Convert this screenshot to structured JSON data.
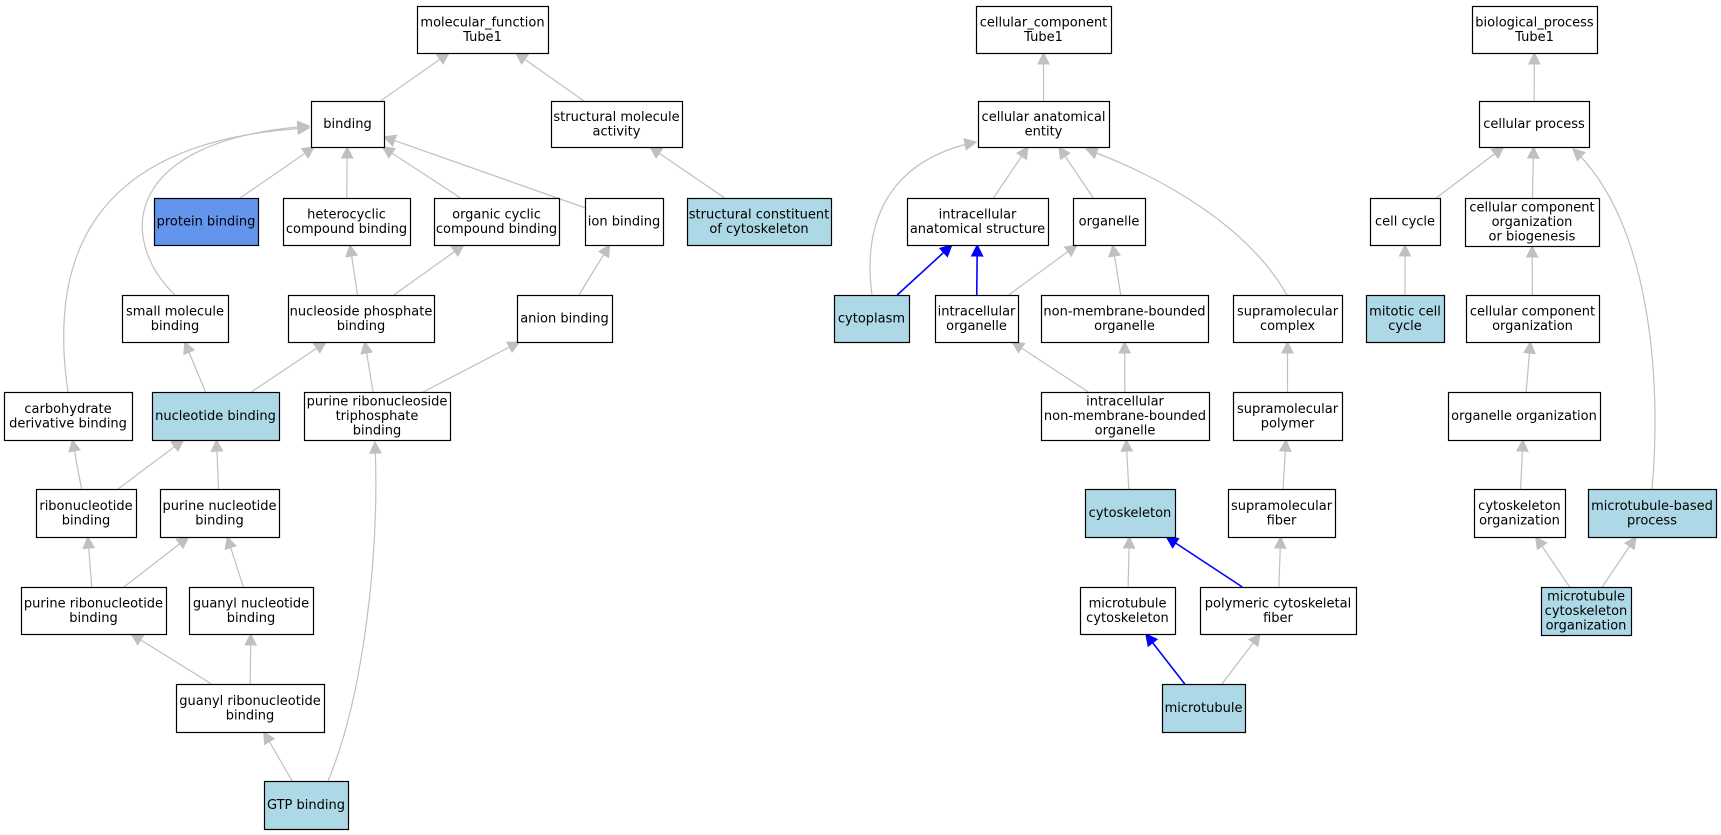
{
  "colors": {
    "node_fill": "#ffffff",
    "node_highlight": "#add8e6",
    "node_primary": "#6495ed",
    "edge_gray": "#c0c0c0",
    "edge_blue": "#0000ff",
    "border": "#000000"
  },
  "nodes": [
    {
      "id": "mf",
      "lines": [
        "molecular_function",
        "Tube1"
      ],
      "style": "plain"
    },
    {
      "id": "binding",
      "lines": [
        "binding"
      ],
      "style": "plain"
    },
    {
      "id": "structural_activity",
      "lines": [
        "structural molecule",
        "activity"
      ],
      "style": "plain"
    },
    {
      "id": "protein_binding",
      "lines": [
        "protein binding"
      ],
      "style": "primary"
    },
    {
      "id": "heterocyclic",
      "lines": [
        "heterocyclic",
        "compound binding"
      ],
      "style": "plain"
    },
    {
      "id": "organic_cyclic",
      "lines": [
        "organic cyclic",
        "compound binding"
      ],
      "style": "plain"
    },
    {
      "id": "ion_binding",
      "lines": [
        "ion binding"
      ],
      "style": "plain"
    },
    {
      "id": "struct_cyto",
      "lines": [
        "structural constituent",
        "of cytoskeleton"
      ],
      "style": "highlight"
    },
    {
      "id": "small_molecule",
      "lines": [
        "small molecule",
        "binding"
      ],
      "style": "plain"
    },
    {
      "id": "nucleoside_phosphate",
      "lines": [
        "nucleoside phosphate",
        "binding"
      ],
      "style": "plain"
    },
    {
      "id": "anion_binding",
      "lines": [
        "anion binding"
      ],
      "style": "plain"
    },
    {
      "id": "carbohydrate",
      "lines": [
        "carbohydrate",
        "derivative binding"
      ],
      "style": "plain"
    },
    {
      "id": "nucleotide_binding",
      "lines": [
        "nucleotide binding"
      ],
      "style": "highlight"
    },
    {
      "id": "purine_rnstp",
      "lines": [
        "purine ribonucleoside",
        "triphosphate",
        "binding"
      ],
      "style": "plain"
    },
    {
      "id": "ribonucleotide",
      "lines": [
        "ribonucleotide",
        "binding"
      ],
      "style": "plain"
    },
    {
      "id": "purine_nucleotide",
      "lines": [
        "purine nucleotide",
        "binding"
      ],
      "style": "plain"
    },
    {
      "id": "purine_ribonucleotide",
      "lines": [
        "purine ribonucleotide",
        "binding"
      ],
      "style": "plain"
    },
    {
      "id": "guanyl_nucleotide",
      "lines": [
        "guanyl nucleotide",
        "binding"
      ],
      "style": "plain"
    },
    {
      "id": "guanyl_ribonucleotide",
      "lines": [
        "guanyl ribonucleotide",
        "binding"
      ],
      "style": "plain"
    },
    {
      "id": "gtp_binding",
      "lines": [
        "GTP binding"
      ],
      "style": "highlight"
    },
    {
      "id": "cc",
      "lines": [
        "cellular_component",
        "Tube1"
      ],
      "style": "plain"
    },
    {
      "id": "anatomical_entity",
      "lines": [
        "cellular anatomical",
        "entity"
      ],
      "style": "plain"
    },
    {
      "id": "intracellular_struct",
      "lines": [
        "intracellular",
        "anatomical structure"
      ],
      "style": "plain"
    },
    {
      "id": "organelle",
      "lines": [
        "organelle"
      ],
      "style": "plain"
    },
    {
      "id": "cytoplasm",
      "lines": [
        "cytoplasm"
      ],
      "style": "highlight"
    },
    {
      "id": "intracellular_organelle",
      "lines": [
        "intracellular",
        "organelle"
      ],
      "style": "plain"
    },
    {
      "id": "nmb_organelle",
      "lines": [
        "non-membrane-bounded",
        "organelle"
      ],
      "style": "plain"
    },
    {
      "id": "supramolecular_complex",
      "lines": [
        "supramolecular",
        "complex"
      ],
      "style": "plain"
    },
    {
      "id": "intra_nmb_organelle",
      "lines": [
        "intracellular",
        "non-membrane-bounded",
        "organelle"
      ],
      "style": "plain"
    },
    {
      "id": "supramolecular_polymer",
      "lines": [
        "supramolecular",
        "polymer"
      ],
      "style": "plain"
    },
    {
      "id": "cytoskeleton",
      "lines": [
        "cytoskeleton"
      ],
      "style": "highlight"
    },
    {
      "id": "supramolecular_fiber",
      "lines": [
        "supramolecular",
        "fiber"
      ],
      "style": "plain"
    },
    {
      "id": "microtubule_cytoskeleton",
      "lines": [
        "microtubule",
        "cytoskeleton"
      ],
      "style": "plain"
    },
    {
      "id": "polymeric_fiber",
      "lines": [
        "polymeric cytoskeletal",
        "fiber"
      ],
      "style": "plain"
    },
    {
      "id": "microtubule",
      "lines": [
        "microtubule"
      ],
      "style": "highlight"
    },
    {
      "id": "bp",
      "lines": [
        "biological_process",
        "Tube1"
      ],
      "style": "plain"
    },
    {
      "id": "cellular_process",
      "lines": [
        "cellular process"
      ],
      "style": "plain"
    },
    {
      "id": "cell_cycle",
      "lines": [
        "cell cycle"
      ],
      "style": "plain"
    },
    {
      "id": "ccob",
      "lines": [
        "cellular component",
        "organization",
        "or biogenesis"
      ],
      "style": "plain"
    },
    {
      "id": "mitotic_cycle",
      "lines": [
        "mitotic cell",
        "cycle"
      ],
      "style": "highlight"
    },
    {
      "id": "cco",
      "lines": [
        "cellular component",
        "organization"
      ],
      "style": "plain"
    },
    {
      "id": "organelle_org",
      "lines": [
        "organelle organization"
      ],
      "style": "plain"
    },
    {
      "id": "cytoskeleton_org",
      "lines": [
        "cytoskeleton",
        "organization"
      ],
      "style": "plain"
    },
    {
      "id": "mt_process",
      "lines": [
        "microtubule-based",
        "process"
      ],
      "style": "highlight"
    },
    {
      "id": "mt_cyto_org",
      "lines": [
        "microtubule",
        "cytoskeleton",
        "organization"
      ],
      "style": "highlight"
    }
  ],
  "edges": [
    {
      "from": "binding",
      "to": "mf",
      "color": "gray"
    },
    {
      "from": "structural_activity",
      "to": "mf",
      "color": "gray"
    },
    {
      "from": "protein_binding",
      "to": "binding",
      "color": "gray"
    },
    {
      "from": "heterocyclic",
      "to": "binding",
      "color": "gray"
    },
    {
      "from": "organic_cyclic",
      "to": "binding",
      "color": "gray"
    },
    {
      "from": "ion_binding",
      "to": "binding",
      "color": "gray"
    },
    {
      "from": "small_molecule",
      "to": "binding",
      "color": "gray"
    },
    {
      "from": "carbohydrate",
      "to": "binding",
      "color": "gray"
    },
    {
      "from": "struct_cyto",
      "to": "structural_activity",
      "color": "gray"
    },
    {
      "from": "nucleoside_phosphate",
      "to": "heterocyclic",
      "color": "gray"
    },
    {
      "from": "nucleoside_phosphate",
      "to": "organic_cyclic",
      "color": "gray"
    },
    {
      "from": "anion_binding",
      "to": "ion_binding",
      "color": "gray"
    },
    {
      "from": "nucleotide_binding",
      "to": "small_molecule",
      "color": "gray"
    },
    {
      "from": "nucleotide_binding",
      "to": "nucleoside_phosphate",
      "color": "gray"
    },
    {
      "from": "purine_rnstp",
      "to": "nucleoside_phosphate",
      "color": "gray"
    },
    {
      "from": "purine_rnstp",
      "to": "anion_binding",
      "color": "gray"
    },
    {
      "from": "ribonucleotide",
      "to": "carbohydrate",
      "color": "gray"
    },
    {
      "from": "ribonucleotide",
      "to": "nucleotide_binding",
      "color": "gray"
    },
    {
      "from": "purine_nucleotide",
      "to": "nucleotide_binding",
      "color": "gray"
    },
    {
      "from": "purine_ribonucleotide",
      "to": "ribonucleotide",
      "color": "gray"
    },
    {
      "from": "purine_ribonucleotide",
      "to": "purine_nucleotide",
      "color": "gray"
    },
    {
      "from": "guanyl_nucleotide",
      "to": "purine_nucleotide",
      "color": "gray"
    },
    {
      "from": "guanyl_ribonucleotide",
      "to": "purine_ribonucleotide",
      "color": "gray"
    },
    {
      "from": "guanyl_ribonucleotide",
      "to": "guanyl_nucleotide",
      "color": "gray"
    },
    {
      "from": "gtp_binding",
      "to": "guanyl_ribonucleotide",
      "color": "gray"
    },
    {
      "from": "gtp_binding",
      "to": "purine_rnstp",
      "color": "gray"
    },
    {
      "from": "anatomical_entity",
      "to": "cc",
      "color": "gray"
    },
    {
      "from": "intracellular_struct",
      "to": "anatomical_entity",
      "color": "gray"
    },
    {
      "from": "organelle",
      "to": "anatomical_entity",
      "color": "gray"
    },
    {
      "from": "cytoplasm",
      "to": "anatomical_entity",
      "color": "gray"
    },
    {
      "from": "supramolecular_complex",
      "to": "anatomical_entity",
      "color": "gray"
    },
    {
      "from": "cytoplasm",
      "to": "intracellular_struct",
      "color": "blue"
    },
    {
      "from": "intracellular_organelle",
      "to": "intracellular_struct",
      "color": "blue"
    },
    {
      "from": "intracellular_organelle",
      "to": "organelle",
      "color": "gray"
    },
    {
      "from": "nmb_organelle",
      "to": "organelle",
      "color": "gray"
    },
    {
      "from": "intra_nmb_organelle",
      "to": "intracellular_organelle",
      "color": "gray"
    },
    {
      "from": "intra_nmb_organelle",
      "to": "nmb_organelle",
      "color": "gray"
    },
    {
      "from": "supramolecular_polymer",
      "to": "supramolecular_complex",
      "color": "gray"
    },
    {
      "from": "cytoskeleton",
      "to": "intra_nmb_organelle",
      "color": "gray"
    },
    {
      "from": "supramolecular_fiber",
      "to": "supramolecular_polymer",
      "color": "gray"
    },
    {
      "from": "microtubule_cytoskeleton",
      "to": "cytoskeleton",
      "color": "gray"
    },
    {
      "from": "polymeric_fiber",
      "to": "cytoskeleton",
      "color": "blue"
    },
    {
      "from": "polymeric_fiber",
      "to": "supramolecular_fiber",
      "color": "gray"
    },
    {
      "from": "microtubule",
      "to": "microtubule_cytoskeleton",
      "color": "blue"
    },
    {
      "from": "microtubule",
      "to": "polymeric_fiber",
      "color": "gray"
    },
    {
      "from": "cellular_process",
      "to": "bp",
      "color": "gray"
    },
    {
      "from": "cell_cycle",
      "to": "cellular_process",
      "color": "gray"
    },
    {
      "from": "ccob",
      "to": "cellular_process",
      "color": "gray"
    },
    {
      "from": "mt_process",
      "to": "cellular_process",
      "color": "gray"
    },
    {
      "from": "mitotic_cycle",
      "to": "cell_cycle",
      "color": "gray"
    },
    {
      "from": "cco",
      "to": "ccob",
      "color": "gray"
    },
    {
      "from": "organelle_org",
      "to": "cco",
      "color": "gray"
    },
    {
      "from": "cytoskeleton_org",
      "to": "organelle_org",
      "color": "gray"
    },
    {
      "from": "mt_cyto_org",
      "to": "cytoskeleton_org",
      "color": "gray"
    },
    {
      "from": "mt_cyto_org",
      "to": "mt_process",
      "color": "gray"
    }
  ]
}
